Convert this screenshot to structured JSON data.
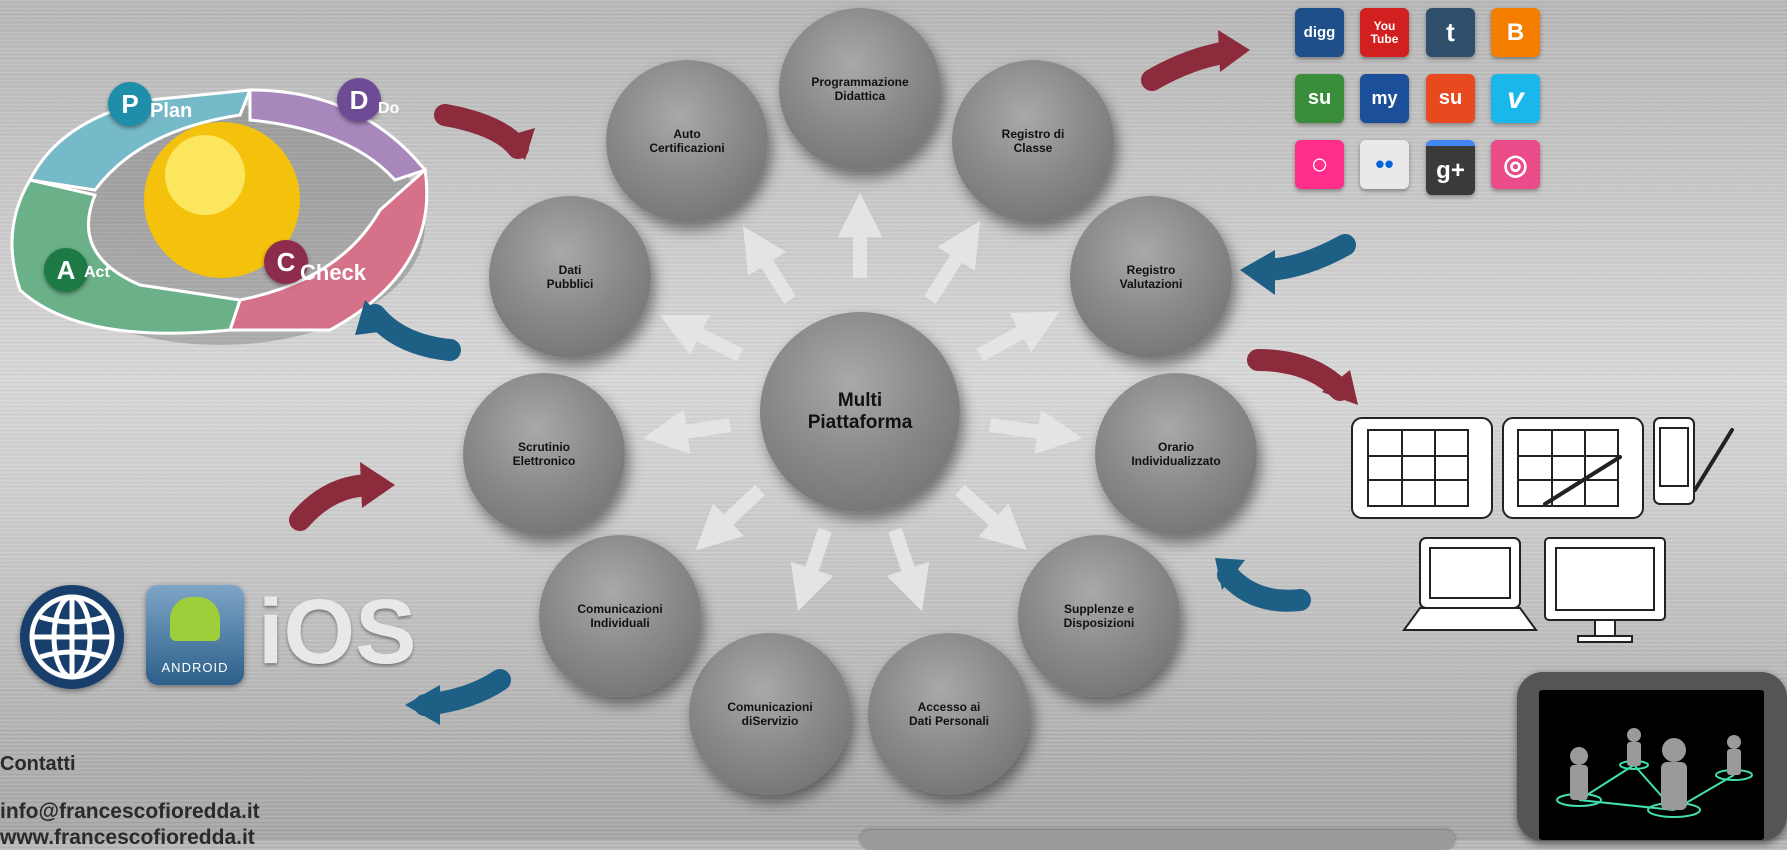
{
  "hub": {
    "label": "Multi\nPiattaforma"
  },
  "nodes": [
    {
      "key": "programmazione",
      "label": "Programmazione\nDidattica"
    },
    {
      "key": "registro-classe",
      "label": "Registro di\nClasse"
    },
    {
      "key": "registro-valutazioni",
      "label": "Registro\nValutazioni"
    },
    {
      "key": "orario",
      "label": "Orario\nIndividualizzato"
    },
    {
      "key": "supplenze",
      "label": "Supplenze e Disposizioni"
    },
    {
      "key": "accesso",
      "label": "Accesso ai\nDati Personali"
    },
    {
      "key": "comunicazioni-servizio",
      "label": "Comunicazioni\ndiServizio"
    },
    {
      "key": "comunicazioni-individuali",
      "label": "Comunicazioni\nIndividuali"
    },
    {
      "key": "scrutinio",
      "label": "Scrutinio\nElettronico"
    },
    {
      "key": "dati-pubblici",
      "label": "Dati\nPubblici"
    },
    {
      "key": "auto-certificazioni",
      "label": "Auto\nCertificazioni"
    }
  ],
  "pdca": {
    "plan": "Plan",
    "do": "Do",
    "check": "Check",
    "act": "Act"
  },
  "social": [
    {
      "name": "digg",
      "text": "digg",
      "color": "#1f4f8a"
    },
    {
      "name": "youtube",
      "text": "You Tube",
      "color": "#d21f1f"
    },
    {
      "name": "tumblr",
      "text": "t",
      "color": "#2f4e6b"
    },
    {
      "name": "blogger",
      "text": "B",
      "color": "#f57d00"
    },
    {
      "name": "stumbleupon-green",
      "text": "su",
      "color": "#3a8d3a"
    },
    {
      "name": "myspace",
      "text": "my",
      "color": "#1b4f9a"
    },
    {
      "name": "stumbleupon",
      "text": "su",
      "color": "#e8491f"
    },
    {
      "name": "vimeo",
      "text": "v",
      "color": "#1ab7ea"
    },
    {
      "name": "circle-app",
      "text": "○",
      "color": "#ff2d8c"
    },
    {
      "name": "flickr",
      "text": "••",
      "color": "#e9e9e9"
    },
    {
      "name": "google-plus",
      "text": "g+",
      "color": "#3a3a3a"
    },
    {
      "name": "dribbble",
      "text": "◎",
      "color": "#ea4c89"
    }
  ],
  "platforms": {
    "ios": "iOS",
    "android": "ANDROID"
  },
  "contacts": {
    "title": "Contatti",
    "email": "info@francescofioredda.it",
    "web": "www.francescofioredda.it"
  },
  "colors": {
    "red_arrow": "#8b2b3b",
    "blue_arrow": "#1e5f86",
    "node": "#8a8a8a"
  }
}
